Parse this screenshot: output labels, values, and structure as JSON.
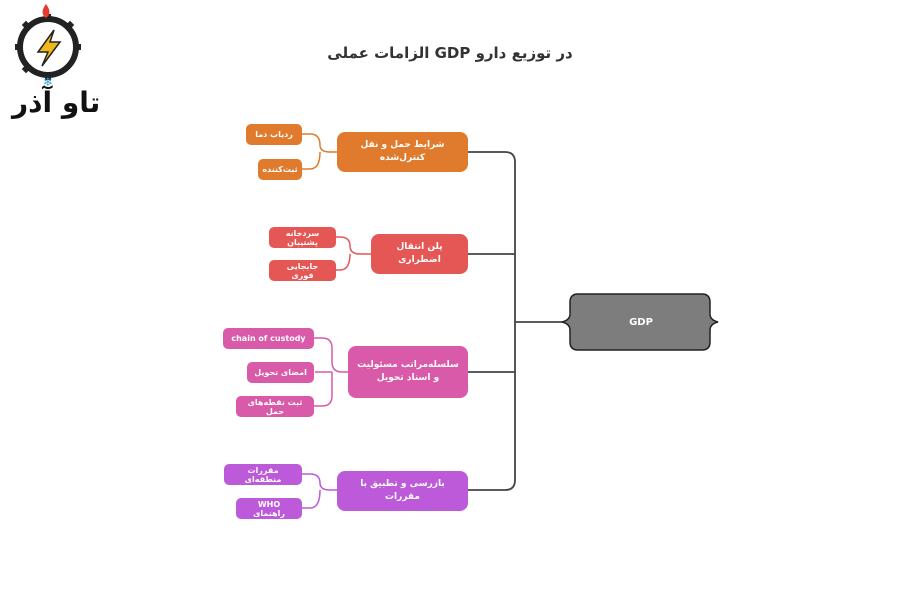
{
  "title": "در توزیع دارو GDP الزامات عملی",
  "logo": {
    "text": "تاو آذر"
  },
  "center": {
    "label": "GDP"
  },
  "branches": [
    {
      "label": "شرایط حمل و نقل کنترل‌شده",
      "color": "#e07b2e",
      "leaves": [
        "ردیاب دما",
        "ثبت‌کننده"
      ]
    },
    {
      "label": "پلن انتقال اضطراری",
      "color": "#e45755",
      "leaves": [
        "سردخانه پشتیبان",
        "جابجایی فوری"
      ]
    },
    {
      "label": "سلسله‌مراتب مسئولیت و اسناد تحویل",
      "color": "#d95aa8",
      "leaves": [
        "chain of custody",
        "امضای تحویل",
        "ثبت نقطه‌های حمل"
      ]
    },
    {
      "label": "بازرسی و تطبیق با مقررات",
      "color": "#bd5ad9",
      "leaves": [
        "مقررات منطقه‌ای",
        "WHO راهنمای"
      ]
    }
  ]
}
